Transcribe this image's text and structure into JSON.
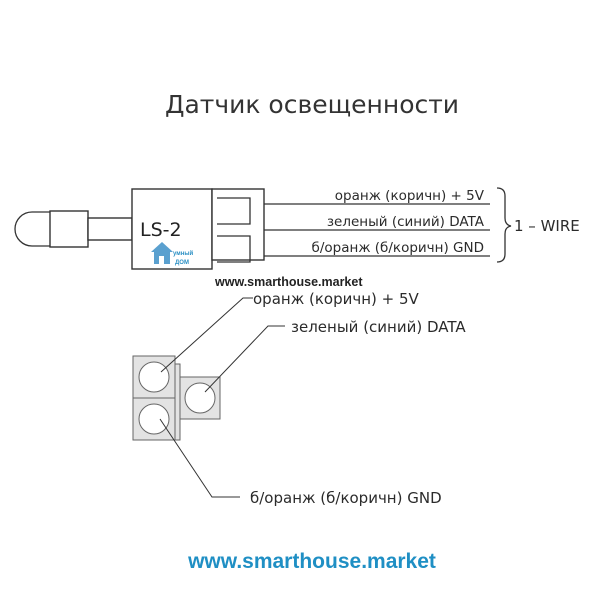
{
  "title": "Датчик освещенности",
  "sensor": {
    "model": "LS-2"
  },
  "logo": {
    "top": "умный",
    "bottom": "ДОМ"
  },
  "wires": [
    {
      "label": "оранж (коричн) + 5V"
    },
    {
      "label": "зеленый (синий) DATA"
    },
    {
      "label": "б/оранж (б/коричн) GND"
    }
  ],
  "bus_label": "1 – WIRE",
  "small_url": "www.smarthouse.market",
  "pinout": [
    {
      "label": "оранж (коричн) + 5V"
    },
    {
      "label": "зеленый (синий) DATA"
    },
    {
      "label": "б/оранж (б/коричн) GND"
    }
  ],
  "footer_url": "www.smarthouse.market",
  "colors": {
    "footer_url": "#1f8fc4",
    "logo": "#2a8fc4",
    "logo_house": "#5aa0cf"
  }
}
